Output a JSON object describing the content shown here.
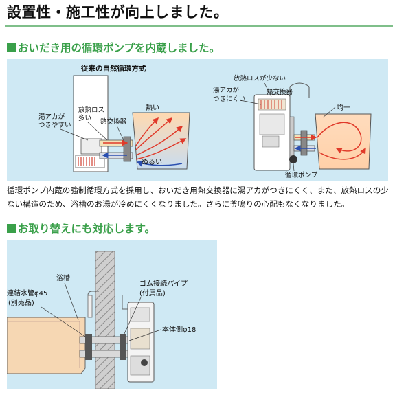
{
  "title": "設置性・施工性が向上しました。",
  "section1": {
    "heading": "おいだき用の循環ポンプを内蔵しました。",
    "left_diagram": {
      "title": "従来の自然循環方式",
      "label_akaga": "湯アカが",
      "label_akaga2": "つきやすい",
      "label_loss": "放熱ロス",
      "label_loss2": "多い",
      "label_exchanger": "熱交換器",
      "label_hot": "熱い",
      "label_lukewarm": "ぬるい"
    },
    "right_diagram": {
      "label_loss": "放熱ロスが少ない",
      "label_akaga": "湯アカが",
      "label_akaga2": "つきにくい",
      "label_exchanger": "熱交換器",
      "label_uniform": "均一",
      "label_pump": "循環ポンプ"
    },
    "body": "循環ポンプ内蔵の強制循環方式を採用し、おいだき用熱交換器に湯アカがつきにくく、また、放熱ロスの少ない構造のため、浴槽のお湯が冷めにくくなりました。さらに釜鳴りの心配もなくなりました。"
  },
  "section2": {
    "heading": "お取り替えにも対応します。",
    "label_bathtub": "浴槽",
    "label_pipe": "連結水管φ45",
    "label_pipe_note": "(別売品)",
    "label_rubber": "ゴム接続パイプ",
    "label_rubber_note": "(付属品)",
    "label_body_side": "本体側φ18"
  },
  "colors": {
    "accent": "#3aa04a",
    "panel": "#cfe9f4",
    "hot": "#e03a2a",
    "cold": "#2a4fb0",
    "tub": "#f6d7b3"
  }
}
